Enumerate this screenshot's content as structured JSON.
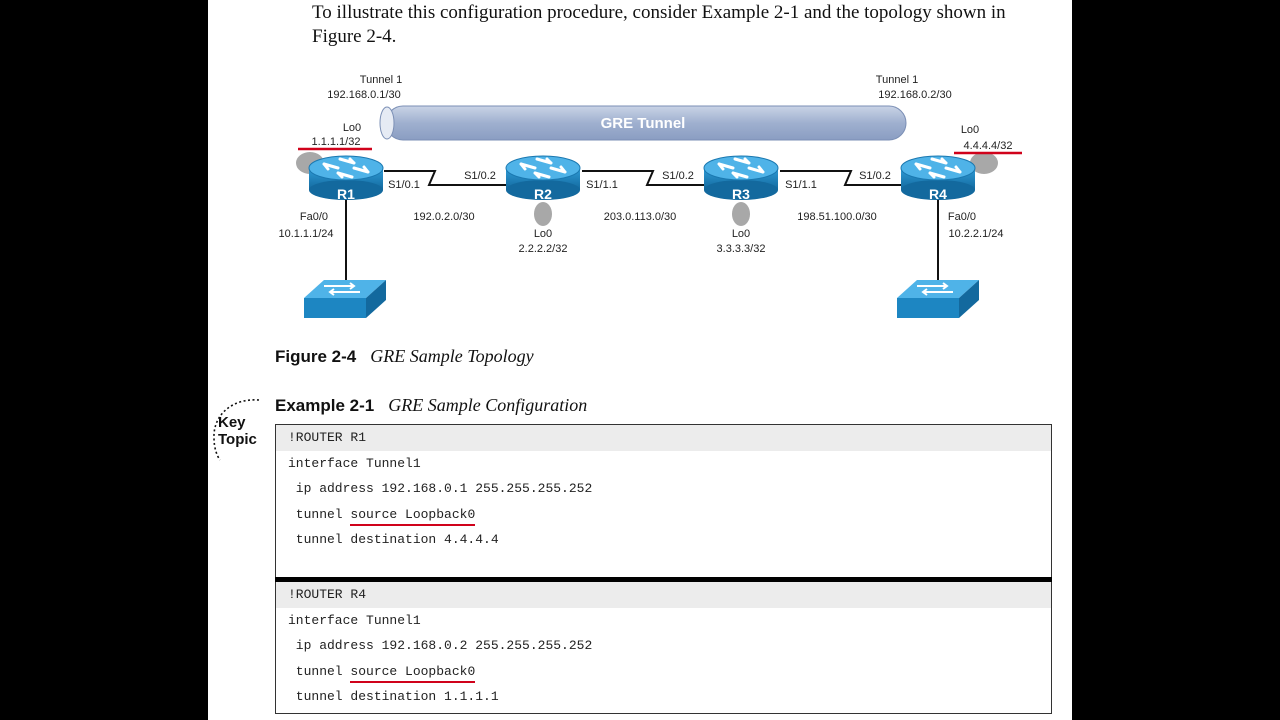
{
  "intro_text": "To illustrate this configuration procedure, consider Example 2-1 and the topology shown in Figure 2-4.",
  "diagram": {
    "tunnel_label": "GRE Tunnel",
    "r1": {
      "name": "R1",
      "tunnel": "Tunnel 1",
      "tunnel_ip": "192.168.0.1/30",
      "lo": "Lo0",
      "lo_ip": "1.1.1.1/32",
      "if_a": "S1/0.1",
      "fa": "Fa0/0",
      "fa_ip": "10.1.1.1/24"
    },
    "r2": {
      "name": "R2",
      "if_a": "S1/0.2",
      "if_b": "S1/1.1",
      "lo": "Lo0",
      "lo_ip": "2.2.2.2/32"
    },
    "r3": {
      "name": "R3",
      "if_a": "S1/0.2",
      "if_b": "S1/1.1",
      "lo": "Lo0",
      "lo_ip": "3.3.3.3/32"
    },
    "r4": {
      "name": "R4",
      "tunnel": "Tunnel 1",
      "tunnel_ip": "192.168.0.2/30",
      "lo": "Lo0",
      "lo_ip": "4.4.4.4/32",
      "if_a": "S1/0.2",
      "fa": "Fa0/0",
      "fa_ip": "10.2.2.1/24"
    },
    "net1": "192.0.2.0/30",
    "net2": "203.0.113.0/30",
    "net3": "198.51.100.0/30",
    "colors": {
      "router": "#1d86c2",
      "tunnel": "#a9b8d4",
      "underline": "#d0021b",
      "loopback": "#a8a8a8"
    }
  },
  "figure_caption": {
    "number": "Figure 2-4",
    "title": "GRE Sample Topology"
  },
  "key_topic": {
    "line1": "Key",
    "line2": "Topic"
  },
  "example_caption": {
    "number": "Example 2-1",
    "title": "GRE Sample Configuration"
  },
  "config_r1": {
    "header": "!ROUTER R1",
    "line1": "interface Tunnel1",
    "line2": " ip address 192.168.0.1 255.255.255.252",
    "line3_prefix": " tunnel ",
    "line3_underlined": "source Loopback0",
    "line4": " tunnel destination 4.4.4.4"
  },
  "config_r4": {
    "header": "!ROUTER R4",
    "line1": "interface Tunnel1",
    "line2": " ip address 192.168.0.2 255.255.255.252",
    "line3_prefix": " tunnel ",
    "line3_underlined": "source Loopback0",
    "line4": " tunnel destination 1.1.1.1"
  }
}
